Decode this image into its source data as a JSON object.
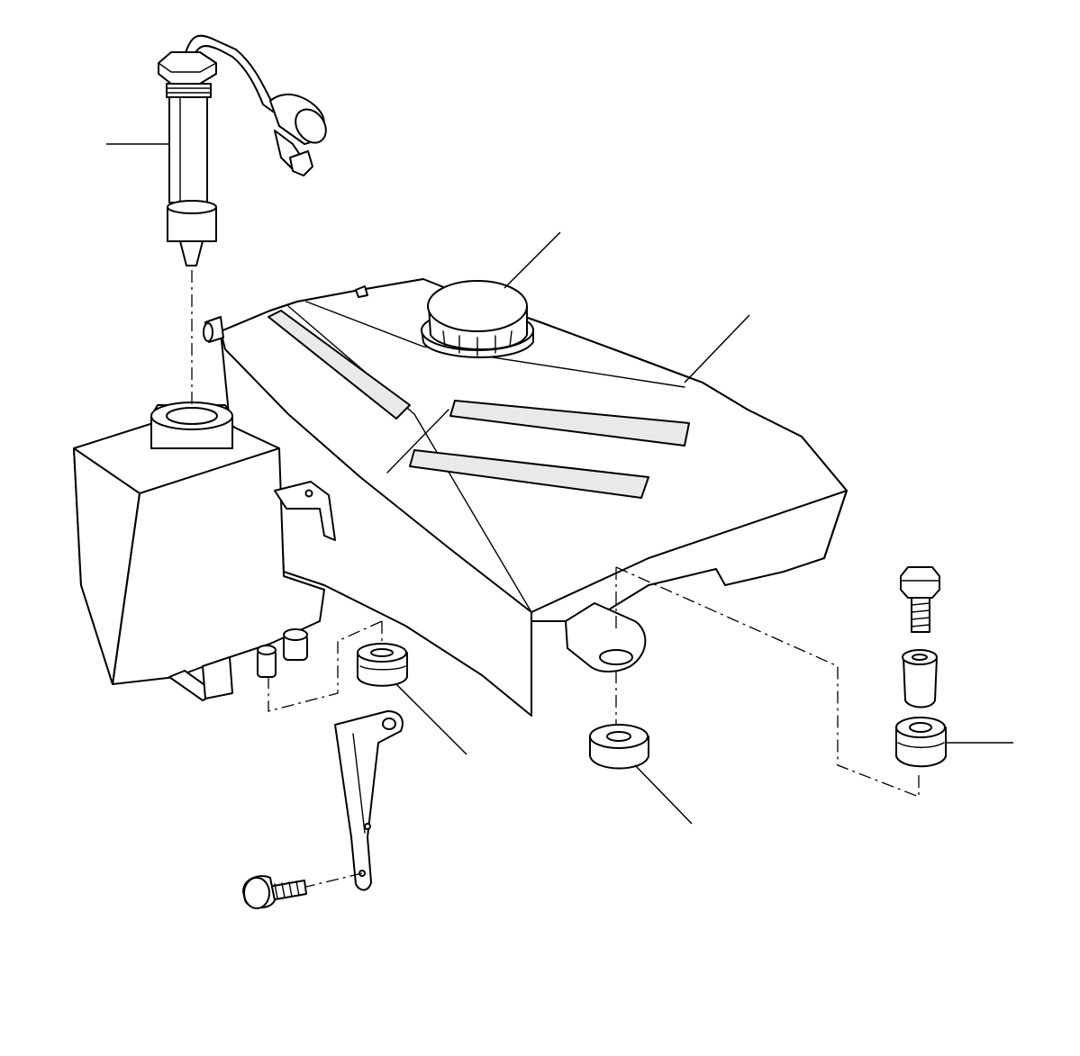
{
  "diagram": {
    "type": "exploded-parts-view",
    "parts": [
      {
        "id": "level-sensor",
        "icon": "sensor-icon"
      },
      {
        "id": "filler-cap",
        "icon": "cap-icon"
      },
      {
        "id": "reservoir-tank",
        "icon": "tank-icon"
      },
      {
        "id": "rubber-grommet-left",
        "icon": "grommet-icon"
      },
      {
        "id": "rubber-grommet-center",
        "icon": "grommet-icon"
      },
      {
        "id": "rubber-grommet-right",
        "icon": "grommet-icon"
      },
      {
        "id": "mounting-bracket",
        "icon": "bracket-icon"
      },
      {
        "id": "flange-bolt-bracket",
        "icon": "bolt-icon"
      },
      {
        "id": "flange-bolt-right",
        "icon": "bolt-icon"
      },
      {
        "id": "spacer-sleeve",
        "icon": "sleeve-icon"
      }
    ],
    "colors": {
      "stroke": "#000000",
      "background": "#ffffff"
    }
  }
}
